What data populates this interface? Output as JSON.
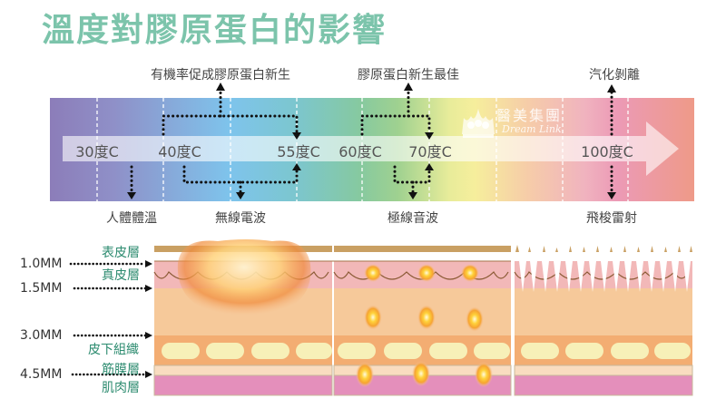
{
  "title": "溫度對膠原蛋白的影響",
  "logo": {
    "name_cn": "醫美集團",
    "name_en": "Dream Link"
  },
  "temperature_scale": {
    "marks": [
      "30度C",
      "40度C",
      "55度C",
      "60度C",
      "70度C",
      "100度C"
    ]
  },
  "effects_top": [
    {
      "label": "有機率促成膠原蛋白新生",
      "range": "40度C–55度C"
    },
    {
      "label": "膠原蛋白新生最佳",
      "range": "60度C–70度C"
    },
    {
      "label": "汽化剝離",
      "range": "100度C"
    }
  ],
  "methods_bottom": [
    {
      "label": "人體體溫",
      "temp": "30度C"
    },
    {
      "label": "無線電波",
      "range": "40度C–55度C"
    },
    {
      "label": "極線音波",
      "range": "60度C–70度C"
    },
    {
      "label": "飛梭雷射",
      "temp": "100度C"
    }
  ],
  "skin_layers": [
    "表皮層",
    "真皮層",
    "皮下組織",
    "筋膜層",
    "肌肉層"
  ],
  "depths": [
    "1.0MM",
    "1.5MM",
    "3.0MM",
    "4.5MM"
  ],
  "colors": {
    "title": "#7cc4ab",
    "layer_label": "#2c8b6f",
    "epidermis": "#c9a063",
    "dermis": "#f2b8b8",
    "subcutaneous": "#f6c99a",
    "fat_band": "#f3ad72",
    "fat_cell": "#f7f0b8",
    "fascia": "#f9dcc0",
    "muscle": "#e48fbb"
  }
}
